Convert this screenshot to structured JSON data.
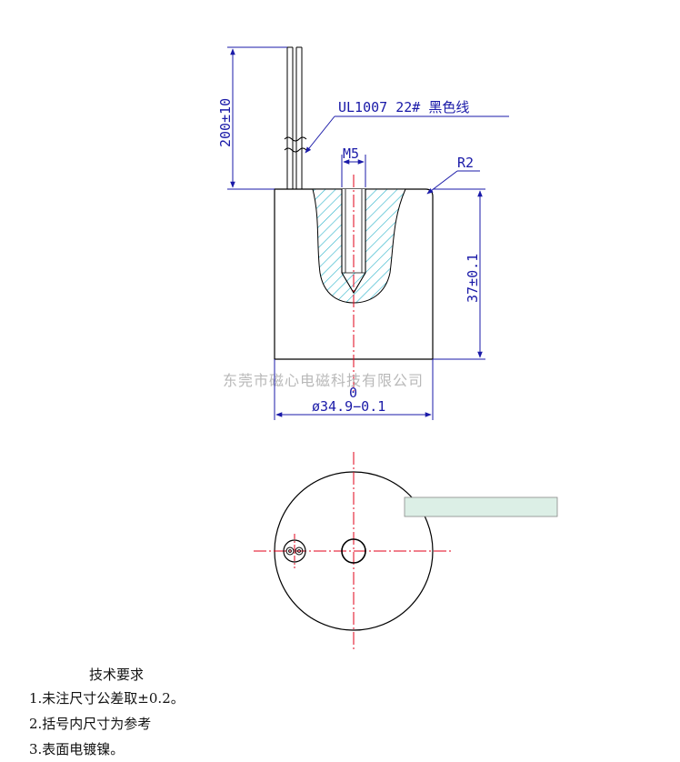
{
  "side_view": {
    "lead_length": "200±10",
    "wire_label": "UL1007  22#  黑色线",
    "thread_label": "M5",
    "radius_label": "R2",
    "height_label": "37±0.1",
    "zero_label": "0",
    "diameter_label": "ø34.9−0.1"
  },
  "watermark": "东莞市磁心电磁科技有限公司",
  "notes": {
    "title": "技术要求",
    "items": [
      "1.未注尺寸公差取±0.2。",
      "2.括号内尺寸为参考",
      "3.表面电镀镍。"
    ]
  },
  "colors": {
    "outline": "#000000",
    "dimension": "#1a1aa8",
    "centerline": "#e0001a",
    "hatch": "#29b3c9",
    "watermark": "#b9b9b9",
    "box_fill": "#dcefe6"
  }
}
